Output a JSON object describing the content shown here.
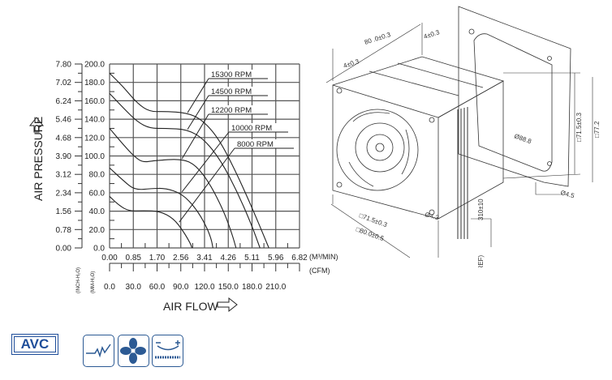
{
  "chart_data": {
    "type": "line",
    "title": "",
    "xlabel": "AIR FLOW",
    "ylabel": "AIR PRESSURE",
    "x_unit_primary": "(M³/MIN)",
    "x_unit_secondary": "(CFM)",
    "y_unit_primary": "(MM-H₂O)",
    "y_unit_secondary": "(INCH-H₂O)",
    "xlim": [
      0,
      6.82
    ],
    "ylim": [
      0,
      200
    ],
    "grid": true,
    "x_ticks": [
      "0.00",
      "0.85",
      "1.70",
      "2.56",
      "3.41",
      "4.26",
      "5.11",
      "5.96",
      "6.82"
    ],
    "cfm_ticks": [
      "0.0",
      "30.0",
      "60.0",
      "90.0",
      "120.0",
      "150.0",
      "180.0",
      "210.0"
    ],
    "y_ticks": [
      "0.0",
      "20.0",
      "40.0",
      "60.0",
      "80.0",
      "100.0",
      "120.0",
      "140.0",
      "160.0",
      "180.0",
      "200.0"
    ],
    "inch_ticks": [
      "0.00",
      "0.78",
      "1.56",
      "2.34",
      "3.12",
      "3.90",
      "4.68",
      "5.46",
      "6.24",
      "7.02",
      "7.80"
    ],
    "series": [
      {
        "name": "15300 RPM",
        "points": [
          [
            0,
            190
          ],
          [
            0.5,
            175
          ],
          [
            1.0,
            157
          ],
          [
            1.45,
            148
          ],
          [
            2.0,
            148.5
          ],
          [
            2.76,
            147
          ],
          [
            3.3,
            140
          ],
          [
            3.9,
            120
          ],
          [
            4.5,
            85
          ],
          [
            5.1,
            45
          ],
          [
            5.72,
            0
          ]
        ],
        "label_at": [
          2.8,
          147
        ]
      },
      {
        "name": "14500 RPM",
        "points": [
          [
            0,
            168
          ],
          [
            0.5,
            152
          ],
          [
            1.0,
            137
          ],
          [
            1.45,
            130
          ],
          [
            2.0,
            130
          ],
          [
            2.8,
            129
          ],
          [
            3.4,
            118
          ],
          [
            4.0,
            95
          ],
          [
            4.6,
            60
          ],
          [
            5.1,
            25
          ],
          [
            5.4,
            0
          ]
        ],
        "label_at": [
          2.8,
          129
        ]
      },
      {
        "name": "12200 RPM",
        "points": [
          [
            0,
            130
          ],
          [
            0.5,
            112
          ],
          [
            0.9,
            99
          ],
          [
            1.2,
            93
          ],
          [
            1.6,
            95
          ],
          [
            2.6,
            97
          ],
          [
            3.1,
            90
          ],
          [
            3.6,
            70
          ],
          [
            4.1,
            40
          ],
          [
            4.4,
            15
          ],
          [
            4.54,
            0
          ]
        ],
        "label_at": [
          2.6,
          97
        ]
      },
      {
        "name": "10000 RPM",
        "points": [
          [
            0,
            87
          ],
          [
            0.5,
            73
          ],
          [
            0.9,
            63
          ],
          [
            1.5,
            64.5
          ],
          [
            2.0,
            65
          ],
          [
            2.6,
            59
          ],
          [
            3.1,
            43
          ],
          [
            3.45,
            25
          ],
          [
            3.65,
            10
          ],
          [
            3.71,
            0
          ]
        ],
        "label_at": [
          2.6,
          61
        ]
      },
      {
        "name": "8000 RPM",
        "points": [
          [
            0,
            56
          ],
          [
            0.35,
            46
          ],
          [
            0.7,
            40
          ],
          [
            1.2,
            40.5
          ],
          [
            1.8,
            40
          ],
          [
            2.3,
            32
          ],
          [
            2.65,
            18
          ],
          [
            2.9,
            5
          ],
          [
            2.96,
            0
          ]
        ],
        "label_at": [
          2.5,
          28
        ]
      }
    ]
  },
  "drawing": {
    "width_dim": "80 .0±0.3",
    "flange_left": "4±0.3",
    "flange_right": "4±0.3",
    "hole_pitch": "□71.5±0.3",
    "frame_size": "□80.0±0.5",
    "hole_dia": "Ø4.3",
    "lead_length": "310±10",
    "lead_strip": "10(REF)",
    "guard_dia": "Ø88.8",
    "guard_pitch": "□71.5±0.3",
    "guard_size": "□77.2",
    "guard_hole": "Ø4.5"
  },
  "brand": {
    "logo": "AVC"
  },
  "features": [
    "speed-curve-icon",
    "fan-icon",
    "pwm-control-icon"
  ],
  "colors": {
    "brand": "#1f4e9a",
    "line": "#222222",
    "grid": "#555555"
  }
}
